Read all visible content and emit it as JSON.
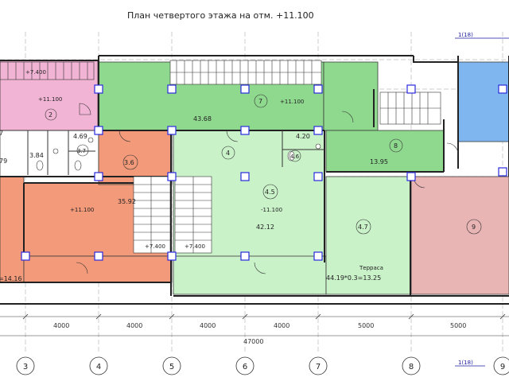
{
  "title": "План четвертого этажа на отм. +11.100",
  "sheet_ref": "1(18)",
  "colors": {
    "pink": "#f2b4d4",
    "orange": "#f39a7a",
    "green": "#8fd98f",
    "light_green": "#c9f2c9",
    "rose": "#e8b4b4",
    "blue": "#7fb6f0",
    "wall": "#222222",
    "column": "#2a2ae0"
  },
  "rooms": [
    {
      "id": "2",
      "label": "2",
      "level": "+11.100",
      "level2": "+7.400"
    },
    {
      "id": "2-7",
      "label": "7",
      "area": "79"
    },
    {
      "id": "3.8",
      "area": "3.84"
    },
    {
      "id": "3.7",
      "label": "3.7",
      "area": "4.69"
    },
    {
      "id": "3.6",
      "label": "3.6",
      "area": "35.92",
      "level": "+11.100",
      "stair_mark": "+7.400"
    },
    {
      "id": "3-left",
      "area": "=14.16"
    },
    {
      "id": "7",
      "label": "7",
      "area": "43.68",
      "level": "+11.100"
    },
    {
      "id": "4",
      "label": "4"
    },
    {
      "id": "4.6",
      "label": "4.6",
      "area": "4.20"
    },
    {
      "id": "4.5",
      "label": "4.5",
      "area": "42.12",
      "level": "-11.100",
      "stair_mark": "+7.400"
    },
    {
      "id": "8",
      "label": "8",
      "area": "13.95"
    },
    {
      "id": "4.7",
      "label": "4.7",
      "caption": "Терраса",
      "area": "44.19*0.3=13.25"
    },
    {
      "id": "9",
      "label": "9"
    }
  ],
  "dimensions": [
    "4000",
    "4000",
    "4000",
    "4000",
    "5000",
    "5000"
  ],
  "total_dimension": "47000",
  "axes": [
    "3",
    "4",
    "5",
    "6",
    "7",
    "8",
    "9"
  ]
}
